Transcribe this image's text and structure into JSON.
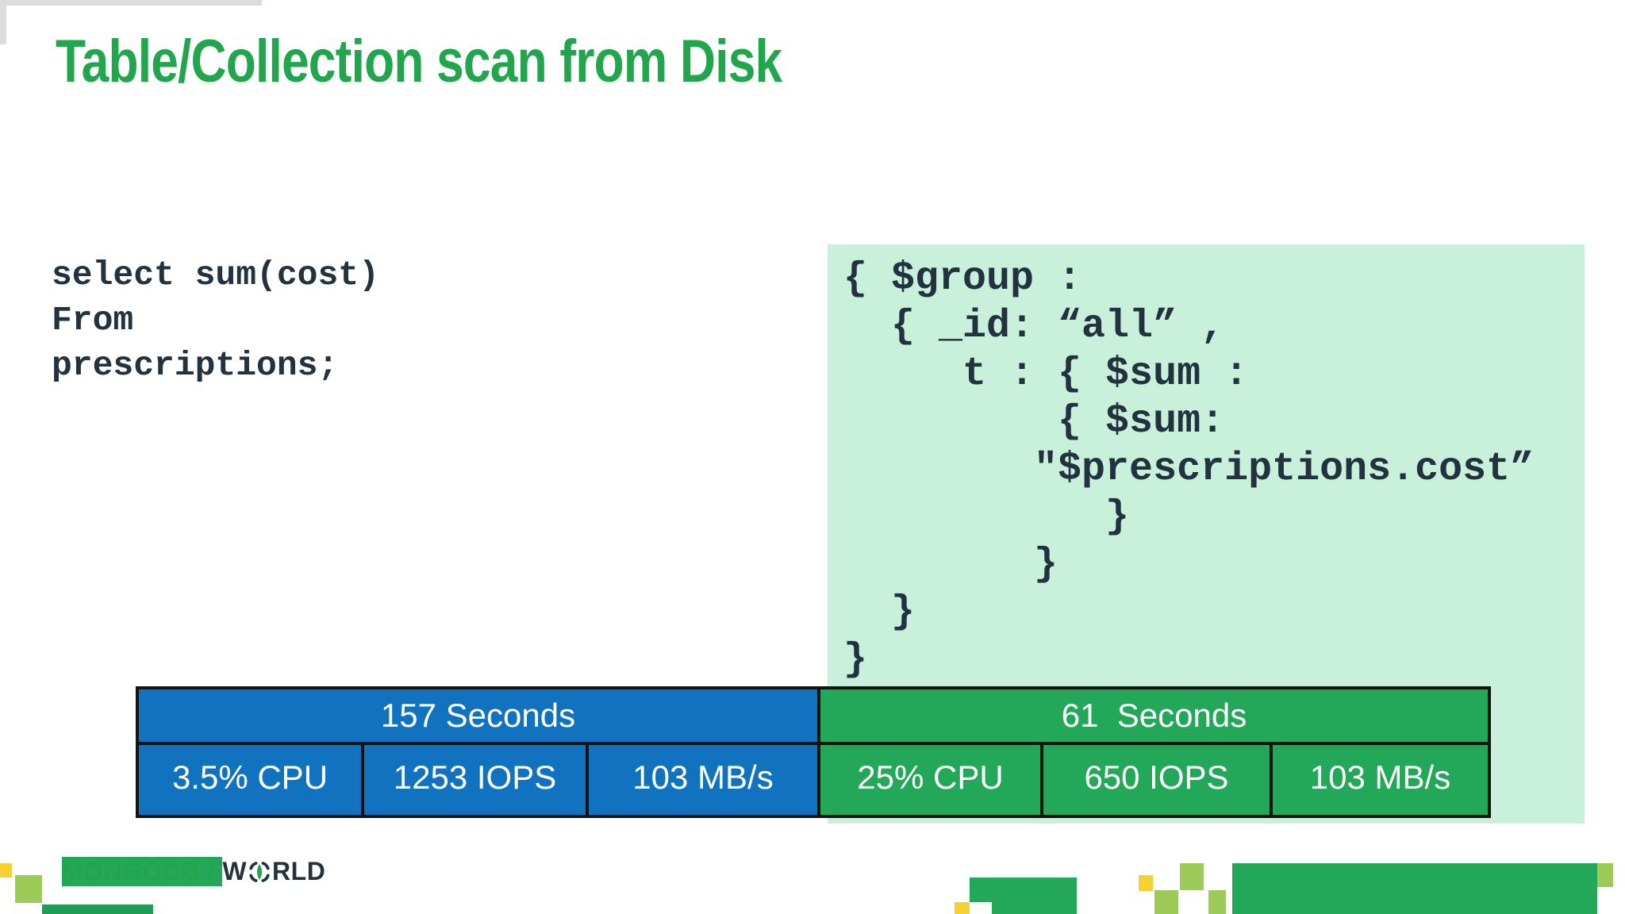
{
  "slide": {
    "title": "Table/Collection scan from Disk",
    "sql_code": {
      "text": "select sum(cost)\nFrom\nprescriptions;"
    },
    "mongo_code": {
      "text": "{ $group :\n  { _id: “all” ,\n     t : { $sum :\n         { $sum:\n        \"$prescriptions.cost”\n           }\n        }\n  }\n}"
    },
    "results": {
      "sql": {
        "header": "157 Seconds",
        "cells": [
          "3.5% CPU",
          "1253 IOPS",
          "103 MB/s"
        ]
      },
      "mongo": {
        "header": "61  Seconds",
        "cells": [
          "25% CPU",
          "650 IOPS",
          "103 MB/s"
        ]
      }
    },
    "footer": {
      "brand_green": "MONGODB / ",
      "world_prefix": "W",
      "world_suffix": "RLD"
    },
    "colors": {
      "title_green": "#21A64E",
      "mint_panel": "#C9F0DB",
      "sql_blue": "#1172C0",
      "mongo_green": "#23A758",
      "code_navy": "#22323E",
      "pixel_yellow": "#F5D132",
      "pixel_light_green": "#9DCB57"
    }
  }
}
